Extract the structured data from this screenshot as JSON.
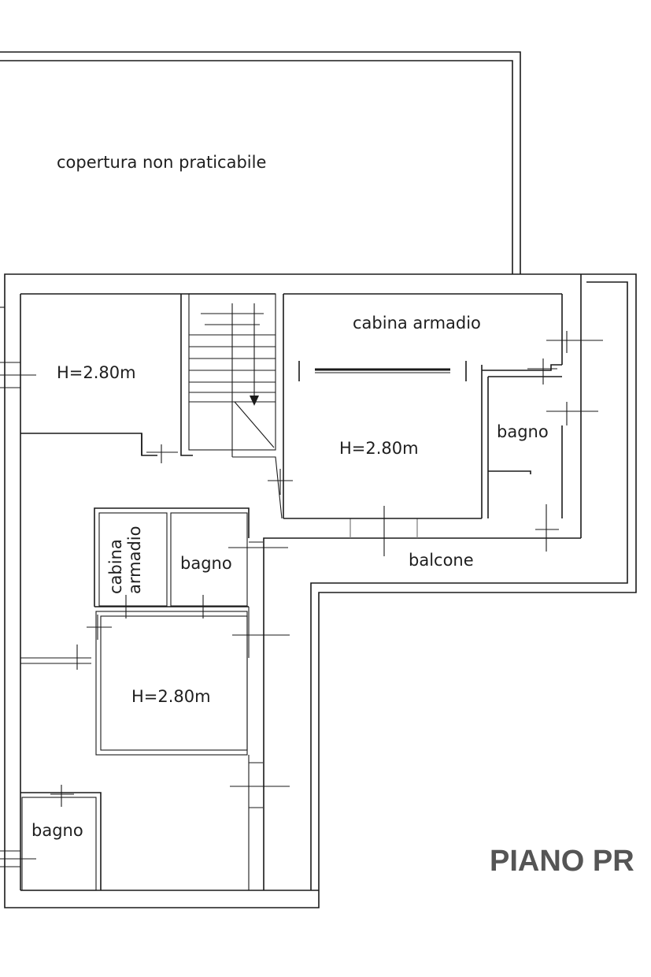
{
  "labels": {
    "roof": "copertura non praticabile",
    "closet_top": "cabina armadio",
    "room_tl_height": "H=2.80m",
    "room_center_height": "H=2.80m",
    "bath_right": "bagno",
    "closet_mid": "cabina armadio",
    "bath_mid": "bagno",
    "balcony": "balcone",
    "room_lower_height": "H=2.80m",
    "bath_bottom": "bagno"
  },
  "title": "PIANO PR",
  "colors": {
    "line": "#1a1a1a",
    "title": "#555555",
    "background": "#ffffff"
  }
}
